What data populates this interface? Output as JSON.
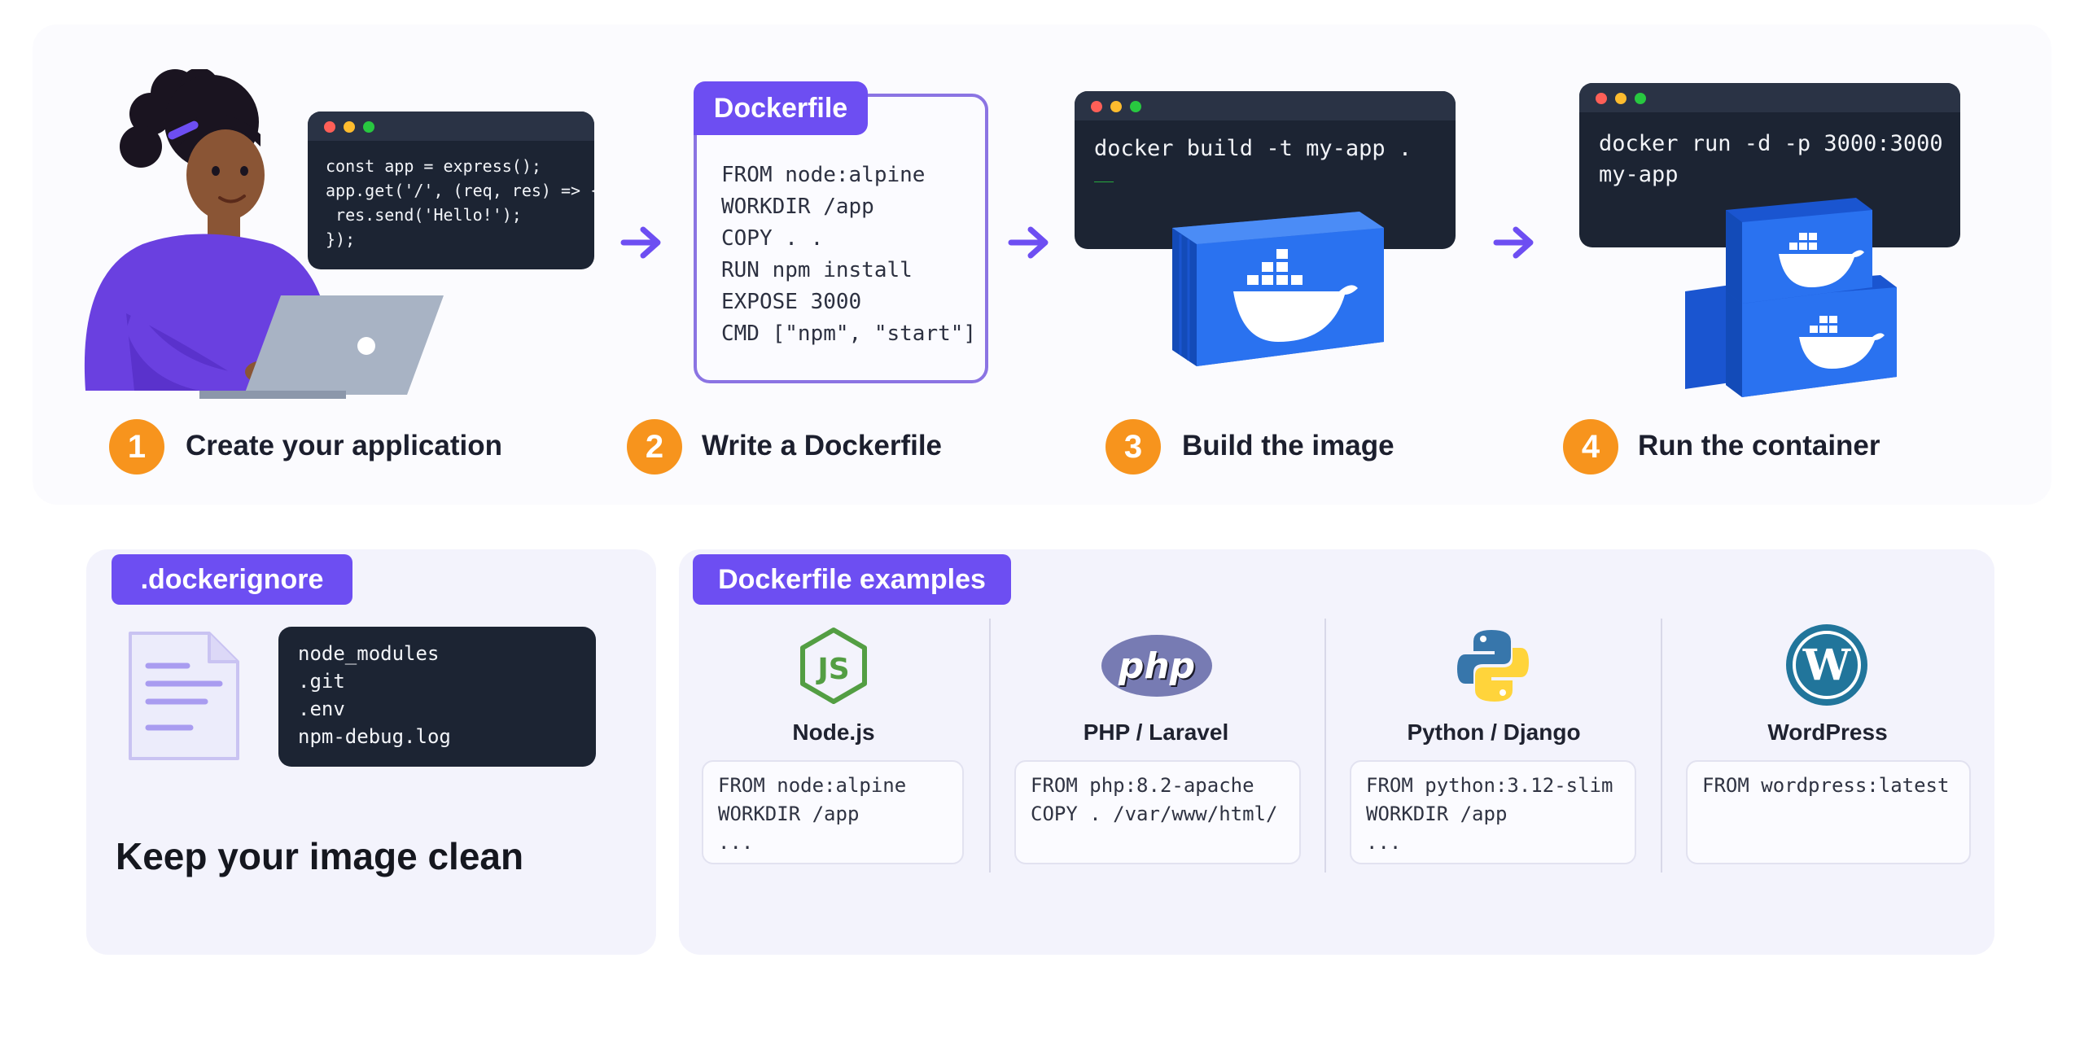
{
  "steps": [
    {
      "number": "1",
      "label": "Create your application"
    },
    {
      "number": "2",
      "label": "Write a Dockerfile"
    },
    {
      "number": "3",
      "label": "Build the image"
    },
    {
      "number": "4",
      "label": "Run the container"
    }
  ],
  "app_code": [
    "const app = express();",
    "app.get('/', (req, res) => {",
    " res.send('Hello!');",
    "});"
  ],
  "dockerfile": {
    "title": "Dockerfile",
    "lines": [
      "FROM node:alpine",
      "WORKDIR /app",
      "COPY . .",
      "RUN npm install",
      "EXPOSE 3000",
      "CMD [\"npm\", \"start\"]"
    ]
  },
  "build_terminal": {
    "command": "docker build -t my-app .",
    "cursor": "__"
  },
  "run_terminal": {
    "lines": [
      "docker run -d -p 3000:3000",
      "my-app"
    ]
  },
  "dockerignore": {
    "tag": ".dockerignore",
    "entries": [
      "node_modules",
      ".git",
      ".env",
      "npm-debug.log"
    ],
    "caption": "Keep your image clean"
  },
  "examples": {
    "tag": "Dockerfile examples",
    "items": [
      {
        "name": "Node.js",
        "icon": "nodejs-logo-icon",
        "lines": [
          "FROM node:alpine",
          "WORKDIR /app",
          "..."
        ]
      },
      {
        "name": "PHP / Laravel",
        "icon": "php-logo-icon",
        "logo_text": "php",
        "lines": [
          "FROM php:8.2-apache",
          "COPY . /var/www/html/"
        ]
      },
      {
        "name": "Python / Django",
        "icon": "python-logo-icon",
        "lines": [
          "FROM python:3.12-slim",
          "WORKDIR /app",
          "..."
        ]
      },
      {
        "name": "WordPress",
        "icon": "wordpress-logo-icon",
        "logo_text": "W",
        "lines": [
          "FROM wordpress:latest"
        ]
      }
    ]
  },
  "colors": {
    "accent_purple": "#6d4ef2",
    "step_badge_orange": "#f7941d",
    "terminal_bg": "#1c2433",
    "docker_blue": "#1d63ed",
    "node_green": "#539e43",
    "php_purple": "#777bb3",
    "python_blue": "#3776ab",
    "python_yellow": "#ffd43b",
    "wordpress_blue": "#21759b"
  }
}
